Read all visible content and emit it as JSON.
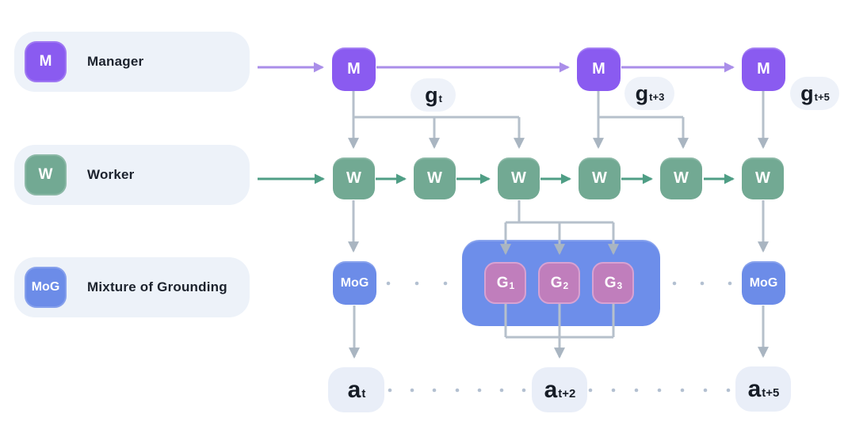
{
  "legend": {
    "items": [
      {
        "badge": "M",
        "label": "Manager"
      },
      {
        "badge": "W",
        "label": "Worker"
      },
      {
        "badge": "MoG",
        "label": "Mixture of Grounding"
      }
    ]
  },
  "diagram": {
    "manager_nodes": [
      "M",
      "M",
      "M"
    ],
    "worker_nodes": [
      "W",
      "W",
      "W",
      "W",
      "W",
      "W"
    ],
    "mog_nodes": [
      "MoG",
      "MoG"
    ],
    "grounding_nodes": [
      {
        "base": "G",
        "sub": "1"
      },
      {
        "base": "G",
        "sub": "2"
      },
      {
        "base": "G",
        "sub": "3"
      }
    ],
    "goal_labels": [
      {
        "base": "g",
        "sub": "t"
      },
      {
        "base": "g",
        "sub": "t+3"
      },
      {
        "base": "g",
        "sub": "t+5"
      }
    ],
    "action_labels": [
      {
        "base": "a",
        "sub": "t"
      },
      {
        "base": "a",
        "sub": "t+2"
      },
      {
        "base": "a",
        "sub": "t+5"
      }
    ]
  },
  "colors": {
    "manager_purple": "#8a5bf0",
    "worker_green": "#72a993",
    "mog_blue": "#6c8ce8",
    "grounding_pink": "#c07ebc",
    "grounding_box_blue": "#6d8eea",
    "arrow_purple": "#aa8ee9",
    "arrow_green": "#4f9e85",
    "connector_gray": "#b6c0cb",
    "dot_gray": "#b3c0d1",
    "pill_background": "#edf2f9",
    "text_dark": "#1c222d"
  }
}
